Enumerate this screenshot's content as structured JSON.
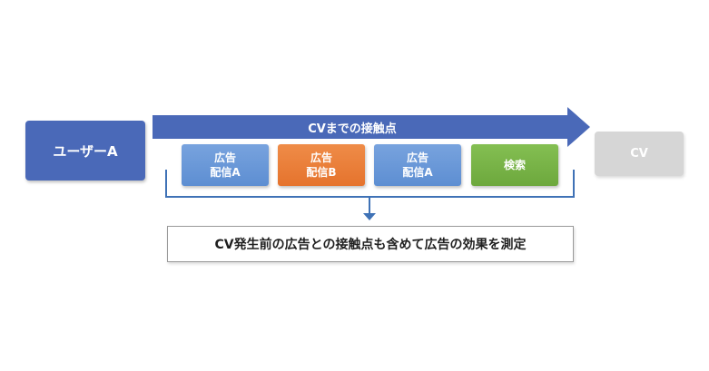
{
  "user_label": "ユーザーA",
  "arrow_label": "CVまでの接触点",
  "conversion_label": "CV",
  "touchpoints": [
    {
      "line1": "広告",
      "line2": "配信A",
      "color": "#5d8ed2"
    },
    {
      "line1": "広告",
      "line2": "配信B",
      "color": "#e5732d"
    },
    {
      "line1": "広告",
      "line2": "配信A",
      "color": "#5d8ed2"
    },
    {
      "line1": "検索",
      "line2": "",
      "color": "#6da83d"
    }
  ],
  "result_text": "CV発生前の広告との接触点も含めて広告の効果を測定",
  "colors": {
    "user_box": "#4a69b8",
    "arrow": "#4a69b8",
    "bracket": "#3f72b6",
    "cv_box": "#d6d6d6"
  }
}
